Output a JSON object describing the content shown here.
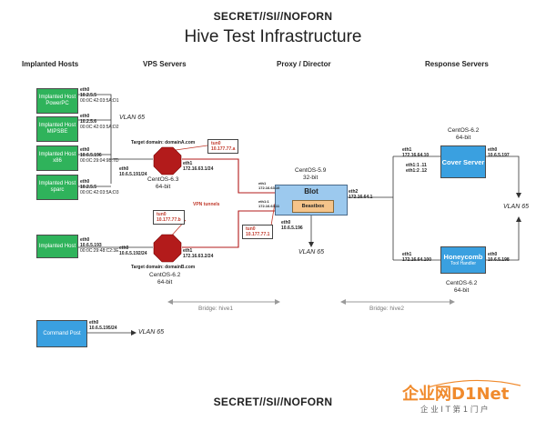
{
  "banner_top": "SECRET//SI//NOFORN",
  "banner_bottom": "SECRET//SI//NOFORN",
  "title": "Hive Test Infrastructure",
  "columns": [
    "Implanted Hosts",
    "VPS Servers",
    "Proxy / Director",
    "Response Servers"
  ],
  "hosts": [
    {
      "label": "Implanted Host PowerPC",
      "iface": "eth0",
      "ip": "10.2.5.5",
      "mac": "00:0C:42:03:5A:D1"
    },
    {
      "label": "Implanted Host MIPSBE",
      "iface": "eth0",
      "ip": "10.2.5.6",
      "mac": "00:0C:42:03:5A:D2"
    },
    {
      "label": "Implanted Host x86",
      "iface": "eth0",
      "ip": "10.6.5.196",
      "mac": "00:0C:29:04:9B:7D"
    },
    {
      "label": "Implanted Host sparc",
      "iface": "eth0",
      "ip": "10.2.5.5",
      "mac": "00:0C:42:03:5A:D3"
    },
    {
      "label": "Implanted Host",
      "iface": "eth0",
      "ip": "10.6.5.193",
      "mac": "00:0C:29:48:C2:3E"
    }
  ],
  "command_post": {
    "label": "Command Post",
    "iface": "eth0",
    "ip": "10.6.5.195/24",
    "vlan": "VLAN 65"
  },
  "vlan_top": "VLAN 65",
  "vps1": {
    "target": "Target domain: domainA.com",
    "eth0": "eth0",
    "eth0_ip": "10.6.5.191/24",
    "eth1": "eth1",
    "eth1_ip": "172.16.63.1/24",
    "os": "CentOS-6.3",
    "arch": "64-bit",
    "tun": "tun0",
    "tun_ip": "10.177.77.a"
  },
  "vps2": {
    "target": "Target domain: domainB.com",
    "eth0": "eth0",
    "eth0_ip": "10.6.5.192/24",
    "eth1": "eth1",
    "eth1_ip": "172.16.63.2/24",
    "os": "CentOS-6.2",
    "arch": "64-bit",
    "tun": "tun0",
    "tun_ip": "10.177.77.b"
  },
  "vpn_label": "VPN tunnels",
  "blot": {
    "label": "Blot",
    "sub": "Beastbox",
    "os": "CentOS-5.9",
    "arch": "32-bit",
    "eth1_a": "eth1",
    "eth1_a_ip": "172.16.63.10",
    "eth1_b": "eth1:1",
    "eth1_b_ip": "172.16.63.11",
    "eth0": "eth0",
    "eth0_ip": "10.6.5.196",
    "eth2": "eth2",
    "eth2_ip": "172.16.64.1",
    "tun": "tun0",
    "tun_ip": "10.177.77.1",
    "vlan": "VLAN 65"
  },
  "cover": {
    "label": "Cover Server",
    "os": "CentOS-6.2",
    "arch": "64-bit",
    "eth1": "eth1",
    "eth1_ip": "172.16.64.10",
    "alias1": "eth1:1 .11",
    "alias2": "eth1:2 .12",
    "eth0": "eth0",
    "eth0_ip": "10.6.5.197"
  },
  "honey": {
    "label": "Honeycomb",
    "sub": "Tool Handler",
    "os": "CentOS-6.2",
    "arch": "64-bit",
    "eth1": "eth1",
    "eth1_ip": "172.16.64.100",
    "eth0": "eth0",
    "eth0_ip": "10.6.5.198"
  },
  "vlan_right": "VLAN 65",
  "bridge1": "Bridge: hive1",
  "bridge2": "Bridge: hive2",
  "watermark": {
    "main": "企业网D1Net",
    "sub": "企 业 I T 第 1 门 户"
  },
  "colors": {
    "host_green": "#2fb35b",
    "server_blue": "#3aa0e0",
    "vps_red": "#b31b1b",
    "tunnel_red": "#c0392b",
    "blot_fill": "#9cc9ee"
  }
}
